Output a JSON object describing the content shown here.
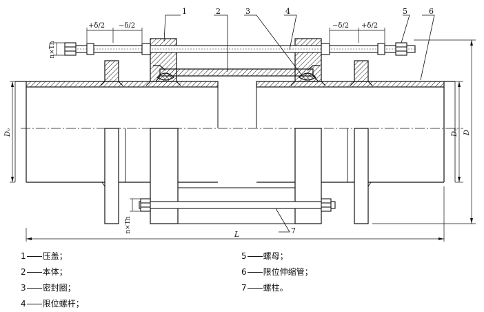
{
  "diagram": {
    "callouts": [
      "1",
      "2",
      "3",
      "4",
      "5",
      "6",
      "7"
    ],
    "dim_labels": {
      "plus_half_delta": "+δ/2",
      "minus_half_delta": "−δ/2",
      "bolt_count_top": "n×Th",
      "bolt_count_bottom": "n×Th",
      "outer_dia_left": "Dₒ",
      "outer_dia_right": "Dₙ",
      "flange_dia": "D",
      "length": "L"
    }
  },
  "legend": [
    {
      "num": "1",
      "text": "压盖；"
    },
    {
      "num": "2",
      "text": "本体；"
    },
    {
      "num": "3",
      "text": "密封圈；"
    },
    {
      "num": "4",
      "text": "限位螺杆；"
    },
    {
      "num": "5",
      "text": "螺母；"
    },
    {
      "num": "6",
      "text": "限位伸缩管；"
    },
    {
      "num": "7",
      "text": "螺柱。"
    }
  ]
}
